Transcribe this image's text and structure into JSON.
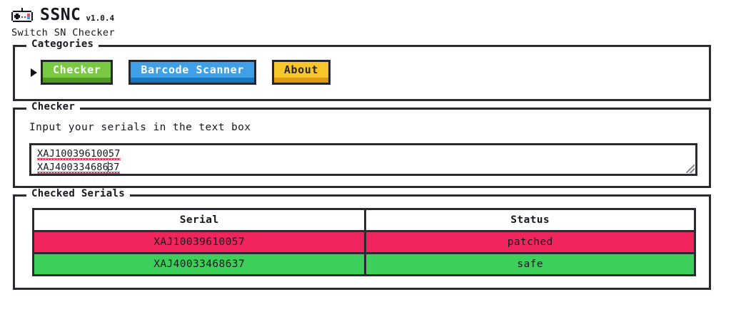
{
  "app": {
    "icon": "gamepad-icon",
    "title": "SSNC",
    "version": "v1.0.4",
    "subtitle": "Switch SN Checker"
  },
  "categories": {
    "legend": "Categories",
    "active_index": 0,
    "buttons": [
      {
        "label": "Checker",
        "color": "#7ac943",
        "shade": "#4f9b22",
        "text_color": "#ffffff",
        "active": true
      },
      {
        "label": "Barcode Scanner",
        "color": "#3fa0e8",
        "shade": "#1878c4",
        "text_color": "#ffffff",
        "active": false
      },
      {
        "label": "About",
        "color": "#f6c62a",
        "shade": "#e09a10",
        "text_color": "#26262e",
        "active": false
      }
    ]
  },
  "checker": {
    "legend": "Checker",
    "hint": "Input your serials in the text box",
    "textarea": {
      "line1": "XAJ10039610057",
      "line2_before_caret": "XAJ400334686",
      "line2_after_caret": "37",
      "value": "XAJ10039610057\nXAJ40033468637",
      "placeholder": ""
    }
  },
  "results": {
    "legend": "Checked Serials",
    "columns": [
      "Serial",
      "Status"
    ],
    "rows": [
      {
        "serial": "XAJ10039610057",
        "status": "patched",
        "color": "#f0255e"
      },
      {
        "serial": "XAJ40033468637",
        "status": "safe",
        "color": "#3cd05a"
      }
    ]
  },
  "colors": {
    "border": "#2b2b33",
    "text": "#17171f",
    "background": "#ffffff",
    "patched": "#f0255e",
    "safe": "#3cd05a"
  }
}
